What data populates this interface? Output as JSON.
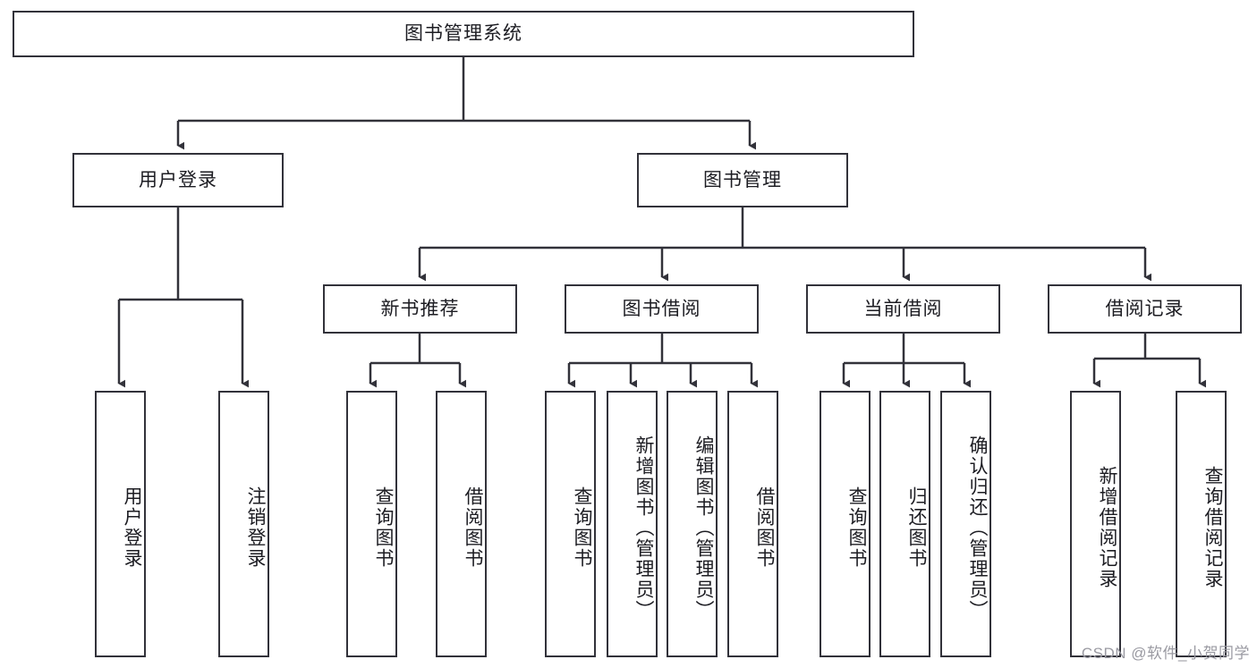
{
  "diagram": {
    "title": "图书管理系统",
    "type": "tree-hierarchy-diagram",
    "root": {
      "label": "图书管理系统"
    },
    "level2": [
      {
        "label": "用户登录"
      },
      {
        "label": "图书管理"
      }
    ],
    "level3": [
      {
        "label": "新书推荐"
      },
      {
        "label": "图书借阅"
      },
      {
        "label": "当前借阅"
      },
      {
        "label": "借阅记录"
      }
    ],
    "leaves": [
      {
        "label": "用户登录",
        "parent": "用户登录"
      },
      {
        "label": "注销登录",
        "parent": "用户登录"
      },
      {
        "label": "查询图书",
        "parent": "新书推荐"
      },
      {
        "label": "借阅图书",
        "parent": "新书推荐"
      },
      {
        "label": "查询图书",
        "parent": "图书借阅"
      },
      {
        "label": "新增图书（管理员）",
        "parent": "图书借阅"
      },
      {
        "label": "编辑图书（管理员）",
        "parent": "图书借阅"
      },
      {
        "label": "借阅图书",
        "parent": "图书借阅"
      },
      {
        "label": "查询图书",
        "parent": "当前借阅"
      },
      {
        "label": "归还图书",
        "parent": "当前借阅"
      },
      {
        "label": "确认归还（管理员）",
        "parent": "当前借阅"
      },
      {
        "label": "新增借阅记录",
        "parent": "借阅记录"
      },
      {
        "label": "查询借阅记录",
        "parent": "借阅记录"
      }
    ]
  },
  "watermark": {
    "text": "CSDN @软件_小贺同学"
  },
  "colors": {
    "stroke": "#32323a",
    "background": "#ffffff",
    "text": "#1c1c22",
    "watermark": "#9a9aa2"
  }
}
